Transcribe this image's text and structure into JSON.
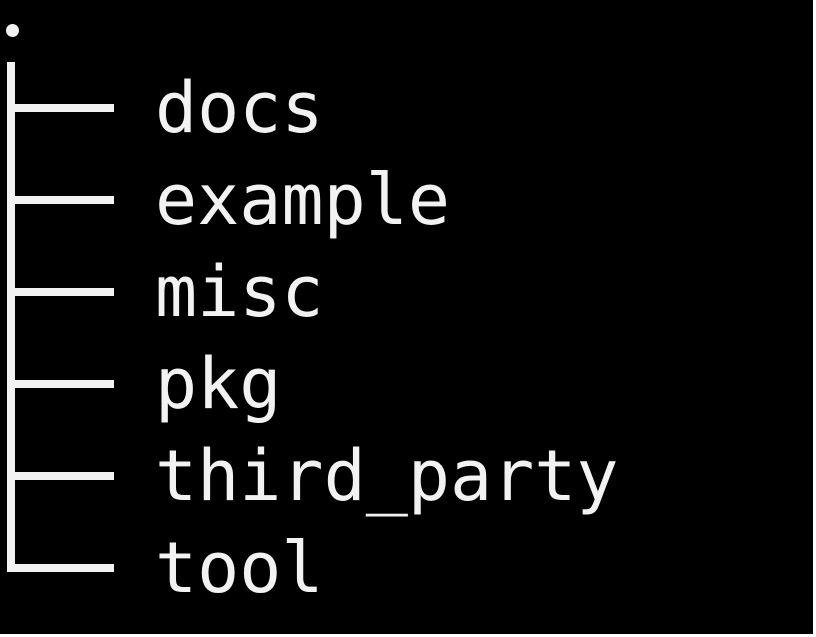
{
  "tree": {
    "root": ".",
    "entries": [
      {
        "label": "docs"
      },
      {
        "label": "example"
      },
      {
        "label": "misc"
      },
      {
        "label": "pkg"
      },
      {
        "label": "third_party"
      },
      {
        "label": "tool"
      }
    ]
  },
  "colors": {
    "background": "#000000",
    "foreground": "#f2f2f2",
    "border": "#ffffff"
  }
}
